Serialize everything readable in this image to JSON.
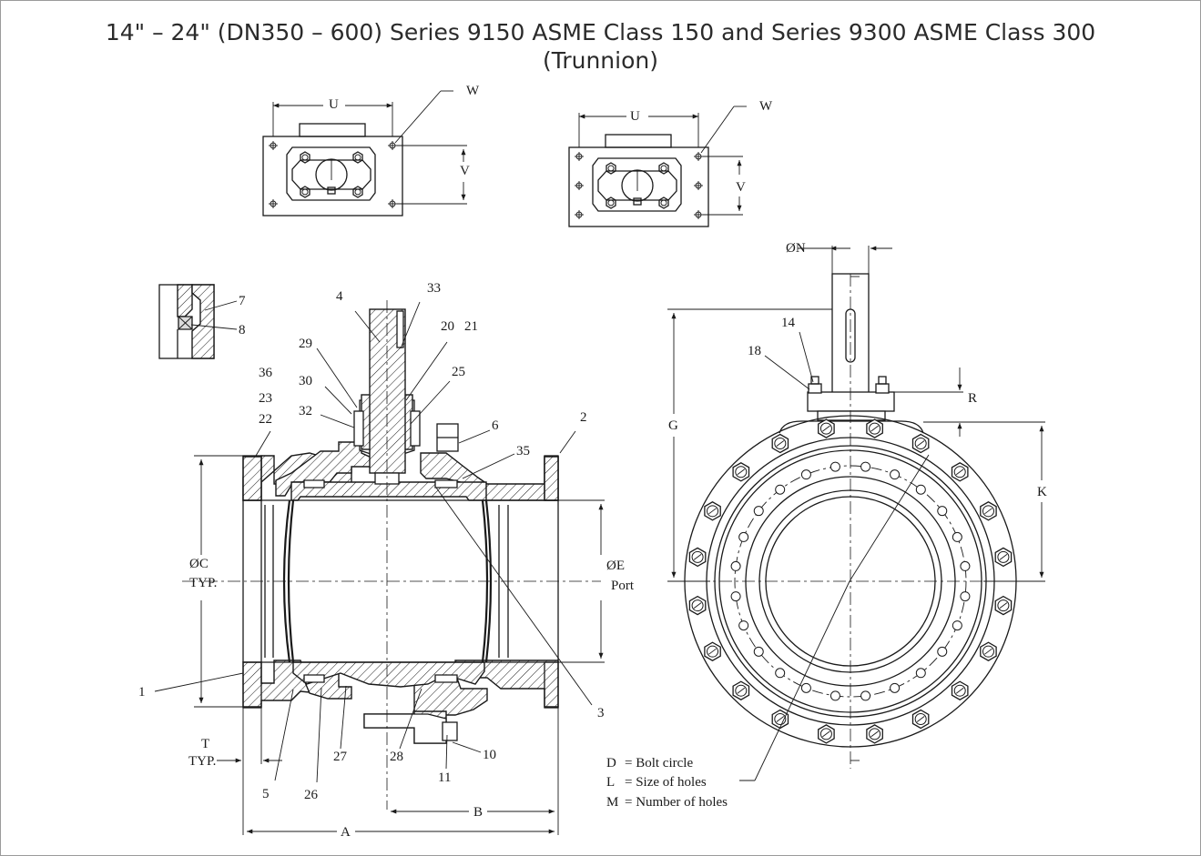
{
  "title": {
    "line1": "14\" – 24\" (DN350 – 600) Series 9150 ASME Class 150 and Series 9300 ASME Class 300",
    "line2": "(Trunnion)"
  },
  "dimension_labels": {
    "U": "U",
    "V": "V",
    "W": "W",
    "C": "ØC",
    "C_typ": "TYP.",
    "E": "ØE",
    "E_port": "Port",
    "T": "T",
    "T_typ": "TYP.",
    "A": "A",
    "B": "B",
    "N": "ØN",
    "G": "G",
    "K": "K",
    "R": "R"
  },
  "part_numbers": [
    "1",
    "2",
    "3",
    "4",
    "5",
    "6",
    "7",
    "8",
    "10",
    "11",
    "14",
    "18",
    "20",
    "21",
    "22",
    "23",
    "25",
    "26",
    "27",
    "28",
    "29",
    "30",
    "32",
    "33",
    "35",
    "36"
  ],
  "legend": [
    {
      "symbol": "D",
      "text": "= Bolt circle"
    },
    {
      "symbol": "L",
      "text": "= Size of holes"
    },
    {
      "symbol": "M",
      "text": "= Number of holes"
    }
  ]
}
